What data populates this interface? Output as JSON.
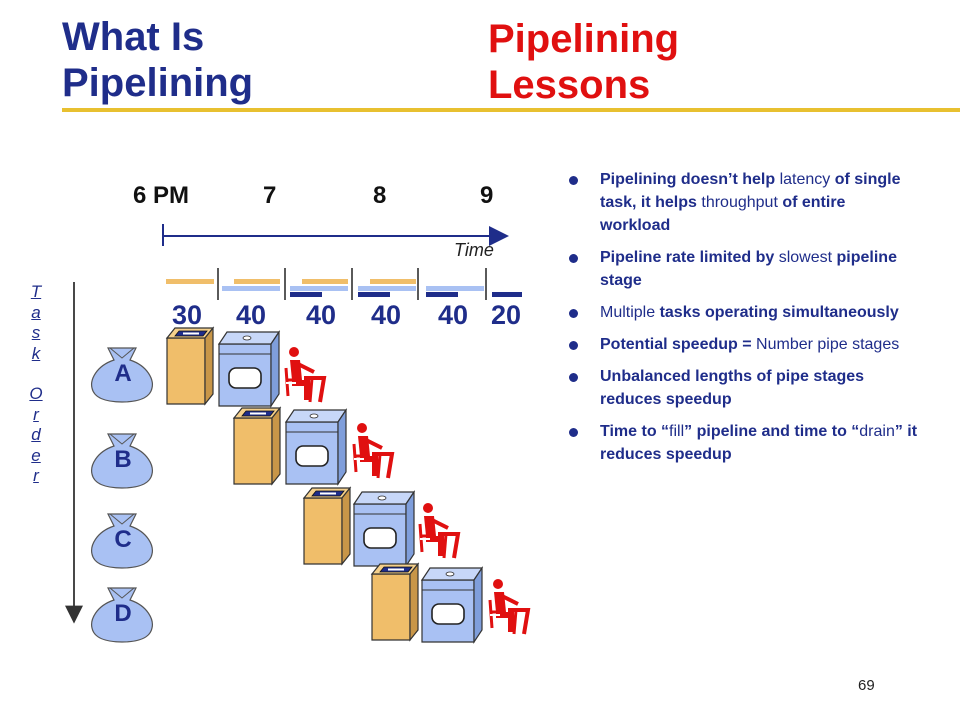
{
  "titles": {
    "left_line1": "What Is",
    "left_line2": "Pipelining",
    "right_line1": "Pipelining",
    "right_line2": "Lessons"
  },
  "timeline": {
    "ticks": [
      "6 PM",
      "7",
      "8",
      "9"
    ],
    "axis_label": "Time",
    "stage_durations": [
      "30",
      "40",
      "40",
      "40",
      "40",
      "20"
    ]
  },
  "task_order": {
    "letters": [
      "T",
      "a",
      "s",
      "k",
      "",
      "O",
      "r",
      "d",
      "e",
      "r"
    ]
  },
  "tasks": [
    "A",
    "B",
    "C",
    "D"
  ],
  "bullets": [
    {
      "parts": [
        {
          "t": "Pipelining doesn’t help ",
          "b": true
        },
        {
          "t": "latency",
          "b": false
        },
        {
          "t": " of single task, it helps ",
          "b": true
        },
        {
          "t": "throughput",
          "b": false
        },
        {
          "t": " of entire workload",
          "b": true
        }
      ]
    },
    {
      "parts": [
        {
          "t": "Pipeline rate limited by ",
          "b": true
        },
        {
          "t": "slowest",
          "b": false
        },
        {
          "t": " pipeline stage",
          "b": true
        }
      ]
    },
    {
      "parts": [
        {
          "t": "Multiple ",
          "b": false
        },
        {
          "t": "tasks operating simultaneously",
          "b": true
        }
      ]
    },
    {
      "parts": [
        {
          "t": "Potential speedup = ",
          "b": true
        },
        {
          "t": "Number pipe stages",
          "b": false
        }
      ]
    },
    {
      "parts": [
        {
          "t": "Unbalanced lengths of pipe stages reduces speedup",
          "b": true
        }
      ]
    },
    {
      "parts": [
        {
          "t": "Time to “",
          "b": true
        },
        {
          "t": "fill",
          "b": false
        },
        {
          "t": "” pipeline and time to “",
          "b": true
        },
        {
          "t": "drain",
          "b": false
        },
        {
          "t": "” it reduces speedup",
          "b": true
        }
      ]
    }
  ],
  "page_number": "69",
  "colors": {
    "navy": "#1f2d8a",
    "red": "#e01010",
    "rule": "#e8c030",
    "washer": "#f0be6a",
    "dryer": "#a9c1f3",
    "bag": "#a9c1f3"
  }
}
